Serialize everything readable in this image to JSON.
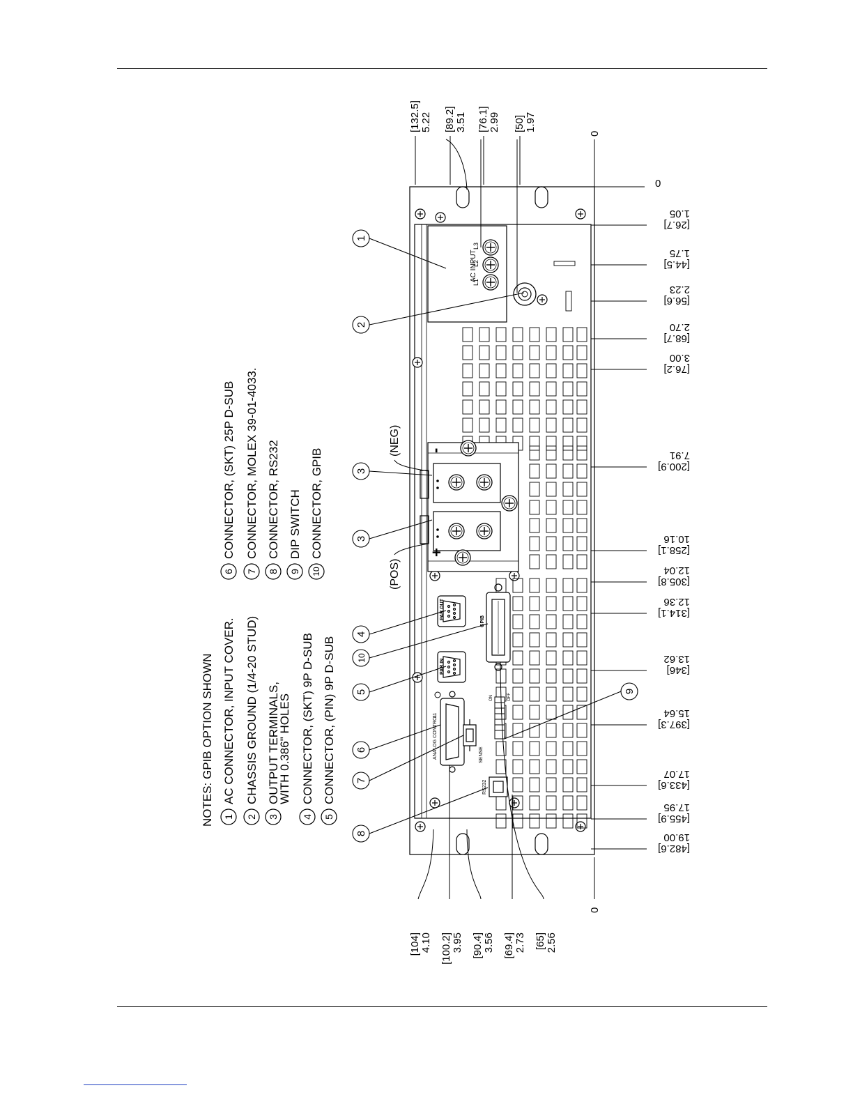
{
  "notes": {
    "title": "NOTES: GPIB OPTION SHOWN",
    "items": [
      {
        "num": "1",
        "text": "AC CONNECTOR, INPUT COVER."
      },
      {
        "num": "2",
        "text": "CHASSIS GROUND (1/4-20 STUD)"
      },
      {
        "num": "3",
        "text": "OUTPUT TERMINALS,"
      },
      {
        "num": "4",
        "text": "CONNECTOR, (SKT) 9P D-SUB"
      },
      {
        "num": "5",
        "text": "CONNECTOR, (PIN) 9P D-SUB"
      },
      {
        "num": "6",
        "text": "CONNECTOR, (SKT) 25P D-SUB"
      },
      {
        "num": "7",
        "text": "CONNECTOR, MOLEX 39-01-4033."
      },
      {
        "num": "8",
        "text": "CONNECTOR, RS232"
      },
      {
        "num": "9",
        "text": "DIP SWITCH"
      },
      {
        "num": "10",
        "text": "CONNECTOR, GPIB"
      }
    ],
    "item3_line2": "WITH 0.386\" HOLES"
  },
  "panel_labels": {
    "ac_input": "AC INPUT",
    "l1": "L1",
    "l2": "L2",
    "l3": "L3",
    "neg": "(NEG)",
    "pos": "(POS)",
    "minus": "-",
    "plus": "+",
    "par_out": "PAR OUT",
    "par_in": "PAR IN",
    "gpib": "GPIB",
    "analog_control": "ANALOG CONTROL",
    "j1": "J1",
    "sense": "SENSE",
    "rs232": "RS232",
    "on": "ON",
    "off": "OFF"
  },
  "dims_top": [
    {
      "mm": "132.5",
      "in": "5.22"
    },
    {
      "mm": "89.2",
      "in": "3.51"
    },
    {
      "mm": "76.1",
      "in": "2.99"
    },
    {
      "mm": "50",
      "in": "1.97"
    }
  ],
  "dims_bottom": [
    {
      "mm": "104",
      "in": "4.10"
    },
    {
      "mm": "100.2",
      "in": "3.95"
    },
    {
      "mm": "90.4",
      "in": "3.56"
    },
    {
      "mm": "69.4",
      "in": "2.73"
    },
    {
      "mm": "65",
      "in": "2.56"
    }
  ],
  "dims_right": [
    {
      "mm": "26.7",
      "in": "1.05"
    },
    {
      "mm": "44.5",
      "in": "1.75"
    },
    {
      "mm": "56.6",
      "in": "2.23"
    },
    {
      "mm": "68.7",
      "in": "2.70"
    },
    {
      "mm": "76.2",
      "in": "3.00"
    },
    {
      "mm": "200.9",
      "in": "7.91"
    },
    {
      "mm": "258.1",
      "in": "10.16"
    },
    {
      "mm": "305.8",
      "in": "12.04"
    },
    {
      "mm": "314.1",
      "in": "12.36"
    },
    {
      "mm": "346",
      "in": "13.62"
    },
    {
      "mm": "397.3",
      "in": "15.64"
    },
    {
      "mm": "433.6",
      "in": "17.07"
    },
    {
      "mm": "455.9",
      "in": "17.95"
    },
    {
      "mm": "482.6",
      "in": "19.00"
    }
  ],
  "zero": "0"
}
